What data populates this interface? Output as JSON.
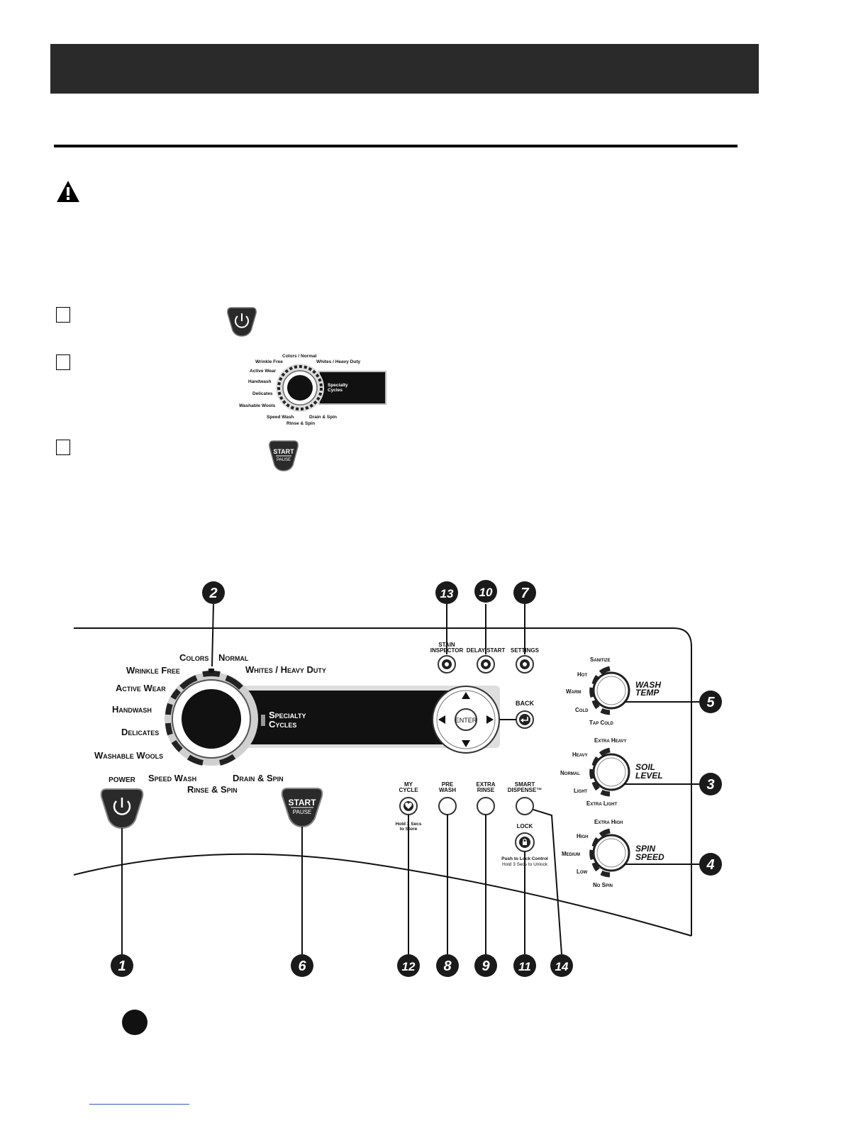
{
  "steps": {
    "small_dial": {
      "labels": [
        "Colors / Normal",
        "Wrinkle Free",
        "Whites / Heavy Duty",
        "Active Wear",
        "Handwash",
        "Specialty",
        "Cycles",
        "Delicates",
        "Washable Wools",
        "Speed Wash",
        "Drain & Spin",
        "Rinse & Spin"
      ]
    },
    "start_pause": {
      "start": "START",
      "pause": "PAUSE"
    }
  },
  "panel": {
    "cycle_labels": {
      "colors": "Colors",
      "normal": "Normal",
      "wrinkle_free": "Wrinkle Free",
      "whites_heavy_duty": "Whites / Heavy Duty",
      "active_wear": "Active Wear",
      "handwash": "Handwash",
      "delicates": "Delicates",
      "washable_wools": "Washable Wools",
      "speed_wash": "Speed Wash",
      "drain_spin": "Drain & Spin",
      "rinse_spin": "Rinse & Spin",
      "specialty": "Specialty",
      "cycles": "Cycles"
    },
    "top_buttons": {
      "stain_inspector": [
        "STAIN",
        "INSPECTOR"
      ],
      "delay_start": "DELAY START",
      "settings": "SETTINGS"
    },
    "navigation": {
      "enter": "ENTER",
      "back": "BACK"
    },
    "power_label": "POWER",
    "start": "START",
    "pause": "PAUSE",
    "options": {
      "my_cycle": [
        "MY",
        "CYCLE"
      ],
      "my_cycle_hint": [
        "Hold 3 Secs",
        "to Store"
      ],
      "pre_wash": [
        "PRE",
        "WASH"
      ],
      "extra_rinse": [
        "EXTRA",
        "RINSE"
      ],
      "smart_dispense": [
        "SMART",
        "DISPENSE™"
      ],
      "lock": "LOCK",
      "lock_hint": [
        "Push to Lock Control",
        "Hold 3 Secs to Unlock"
      ]
    },
    "wash_temp": {
      "title": [
        "WASH",
        "TEMP"
      ],
      "levels": [
        "Sanitize",
        "Hot",
        "Warm",
        "Cold",
        "Tap Cold"
      ]
    },
    "soil_level": {
      "title": [
        "SOIL",
        "LEVEL"
      ],
      "levels": [
        "Extra Heavy",
        "Heavy",
        "Normal",
        "Light",
        "Extra Light"
      ]
    },
    "spin_speed": {
      "title": [
        "SPIN",
        "SPEED"
      ],
      "levels": [
        "Extra High",
        "High",
        "Medium",
        "Low",
        "No Spin"
      ]
    },
    "callouts": [
      "1",
      "2",
      "3",
      "4",
      "5",
      "6",
      "7",
      "8",
      "9",
      "10",
      "11",
      "12",
      "13",
      "14"
    ]
  },
  "colors": {
    "dark": "#1a1a1a",
    "header": "#2a2a2a",
    "ring": "#9a9a9a"
  }
}
